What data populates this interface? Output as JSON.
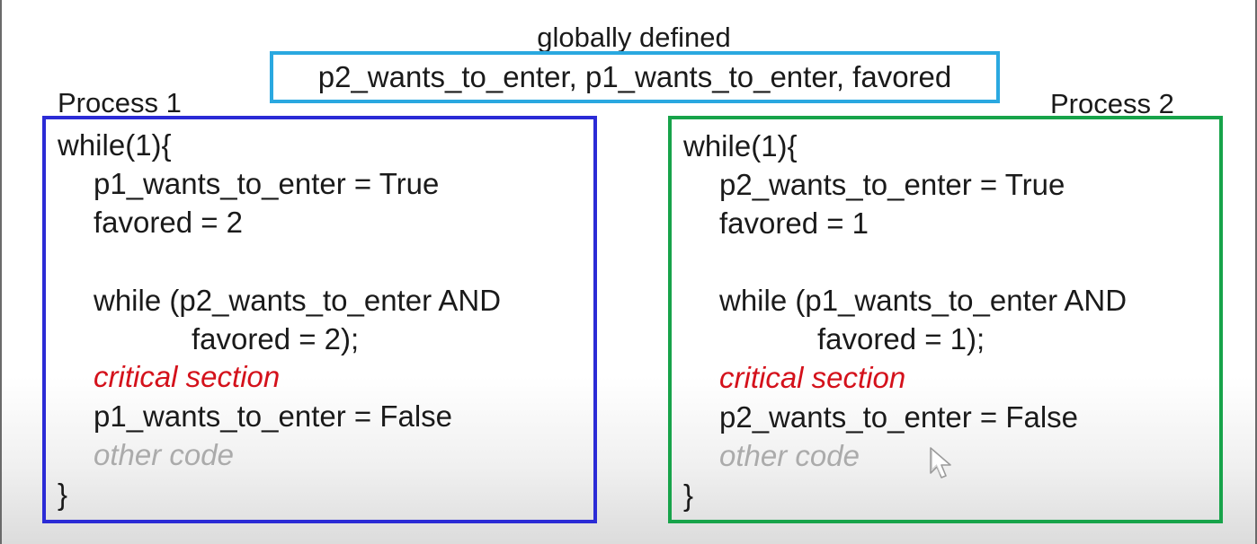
{
  "global": {
    "title": "globally defined",
    "variables": "p2_wants_to_enter, p1_wants_to_enter, favored"
  },
  "colors": {
    "global_box": "#2aa8e0",
    "process1_box": "#2b2bd6",
    "process2_box": "#17a34a",
    "critical_text": "#d4111b",
    "other_text": "#ababab"
  },
  "process1": {
    "label": "Process 1",
    "lines": [
      "while(1){",
      "p1_wants_to_enter = True",
      "favored = 2",
      "while (p2_wants_to_enter AND",
      "favored = 2);",
      "critical section",
      "p1_wants_to_enter = False",
      "other code",
      "}"
    ]
  },
  "process2": {
    "label": "Process 2",
    "lines": [
      "while(1){",
      "p2_wants_to_enter = True",
      "favored = 1",
      "while (p1_wants_to_enter AND",
      "favored = 1);",
      "critical section",
      "p2_wants_to_enter = False",
      "other code",
      "}"
    ]
  },
  "cursor_icon": "mouse-pointer-icon"
}
